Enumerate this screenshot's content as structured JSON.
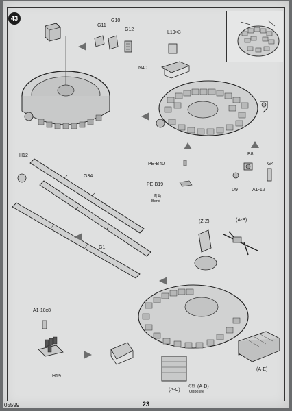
{
  "step": {
    "number": "43"
  },
  "page": {
    "number": "23",
    "code": "05599"
  },
  "parts": {
    "g10": "G10",
    "g11": "G11",
    "g12": "G12",
    "l19": "L19×3",
    "n40": "N40",
    "h12": "H12",
    "g34": "G34",
    "g1": "G1",
    "pe_b40": "PE-B40",
    "pe_b19": "PE-B19",
    "bend_cn": "弯曲",
    "bend_en": "Bend",
    "b8": "B8",
    "g4": "G4",
    "u9": "U9",
    "a1_12": "A1-12",
    "zz": "(Z-Z)",
    "ab": "(A-B)",
    "a1_18": "A1-18x8",
    "h19": "H19",
    "ac": "(A-C)",
    "ad_cn": "对称",
    "ad": "(A-D)",
    "opposite": "Opposite",
    "ae": "(A-E)"
  }
}
